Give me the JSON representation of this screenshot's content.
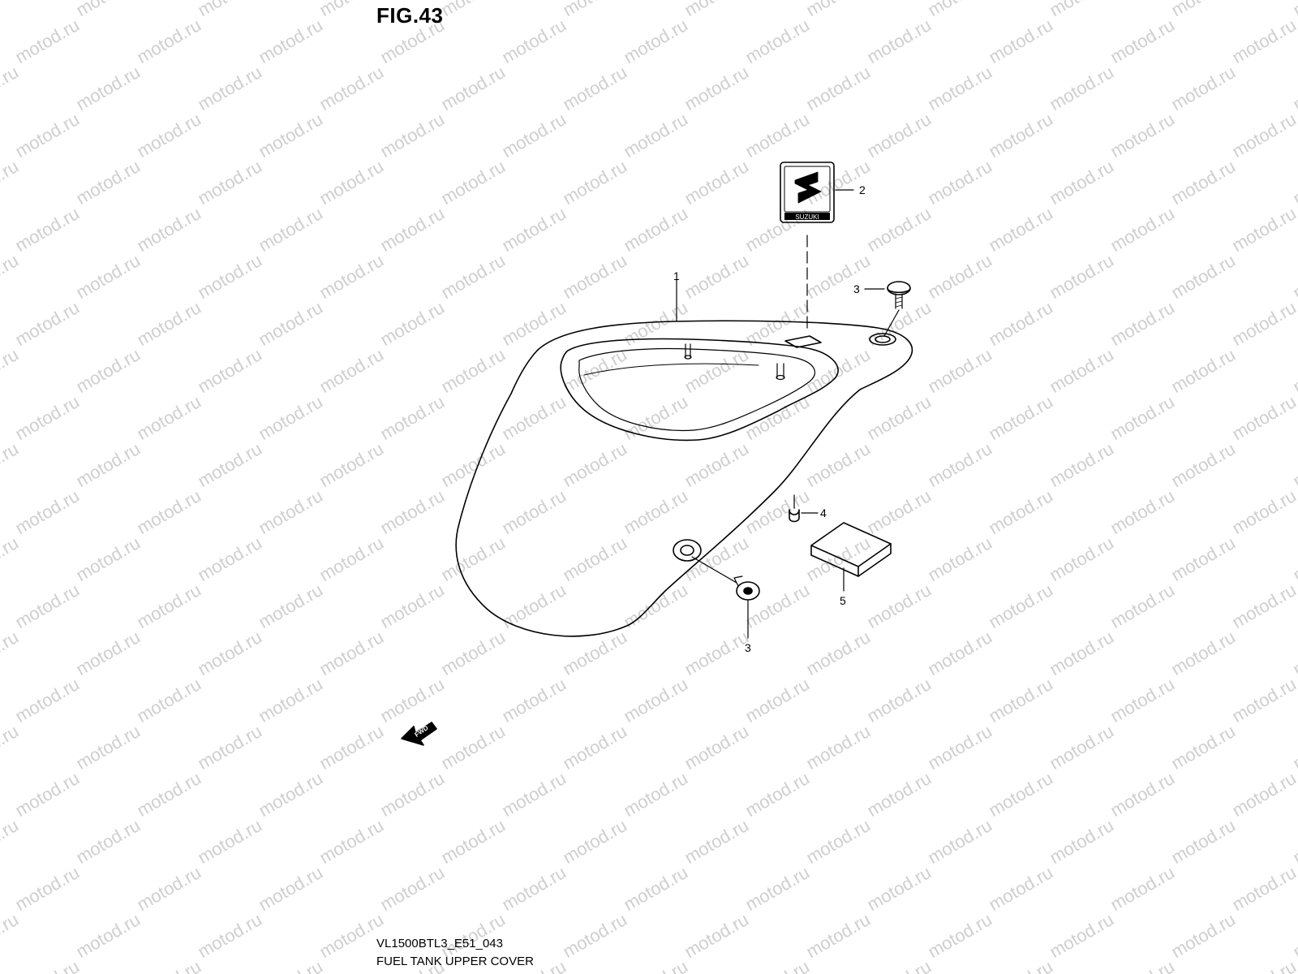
{
  "figure": {
    "title": "FIG.43",
    "code": "VL1500BTL3_E51_043",
    "caption": "FUEL TANK UPPER COVER"
  },
  "watermark": {
    "text": "motod.ru"
  },
  "emblem": {
    "brand": "SUZUKI"
  },
  "arrow": {
    "label": "FWD"
  },
  "callouts": [
    {
      "id": "c1",
      "number": "1"
    },
    {
      "id": "c2",
      "number": "2"
    },
    {
      "id": "c3a",
      "number": "3"
    },
    {
      "id": "c3b",
      "number": "3"
    },
    {
      "id": "c4",
      "number": "4"
    },
    {
      "id": "c5",
      "number": "5"
    }
  ]
}
